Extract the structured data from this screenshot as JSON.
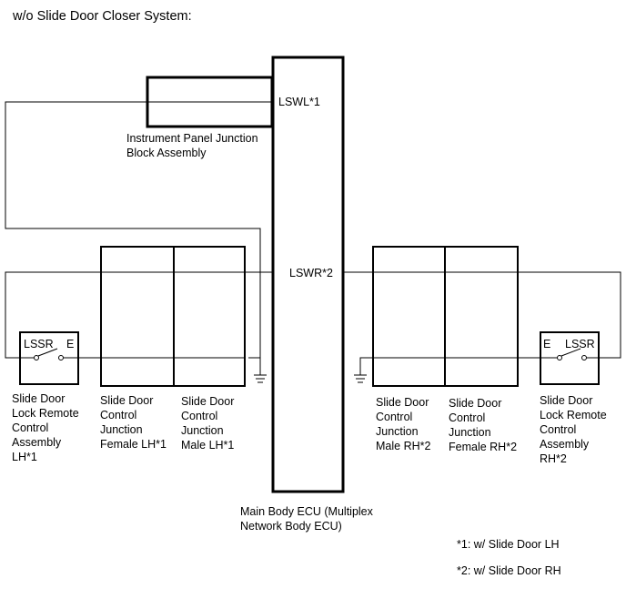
{
  "title": "w/o Slide Door Closer System:",
  "terminals": {
    "lswl": "LSWL*1",
    "lswr": "LSWR*2",
    "switch_left_lssr": "LSSR",
    "switch_left_e": "E",
    "switch_right_e": "E",
    "switch_right_lssr": "LSSR"
  },
  "components": {
    "instrument_panel": "Instrument Panel Junction\nBlock Assembly",
    "main_body_ecu": "Main Body ECU (Multiplex\nNetwork Body ECU)",
    "lock_remote_lh": "Slide Door\nLock Remote\nControl\nAssembly\nLH*1",
    "junction_female_lh": "Slide Door\nControl\nJunction\nFemale LH*1",
    "junction_male_lh": "Slide Door\nControl\nJunction\nMale LH*1",
    "junction_male_rh": "Slide Door\nControl\nJunction\nMale RH*2",
    "junction_female_rh": "Slide Door\nControl\nJunction\nFemale RH*2",
    "lock_remote_rh": "Slide Door\nLock Remote\nControl\nAssembly\nRH*2"
  },
  "footnotes": {
    "note1": "*1: w/ Slide Door LH",
    "note2": "*2: w/ Slide Door RH"
  }
}
